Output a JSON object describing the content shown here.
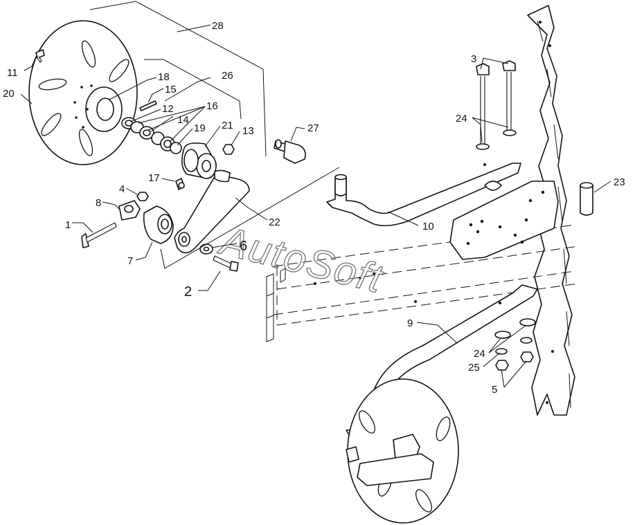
{
  "watermark": "AutoSoft",
  "callouts": {
    "c1": "1",
    "c2": "2",
    "c3": "3",
    "c4": "4",
    "c5": "5",
    "c6": "6",
    "c7": "7",
    "c8": "8",
    "c9": "9",
    "c10": "10",
    "c11": "11",
    "c12": "12",
    "c13": "13",
    "c14": "14",
    "c15": "15",
    "c16": "16",
    "c17": "17",
    "c18": "18",
    "c19": "19",
    "c20": "20",
    "c21": "21",
    "c22": "22",
    "c23": "23",
    "c24a": "24",
    "c24b": "24",
    "c25": "25",
    "c26": "26",
    "c27": "27",
    "c28": "28"
  }
}
